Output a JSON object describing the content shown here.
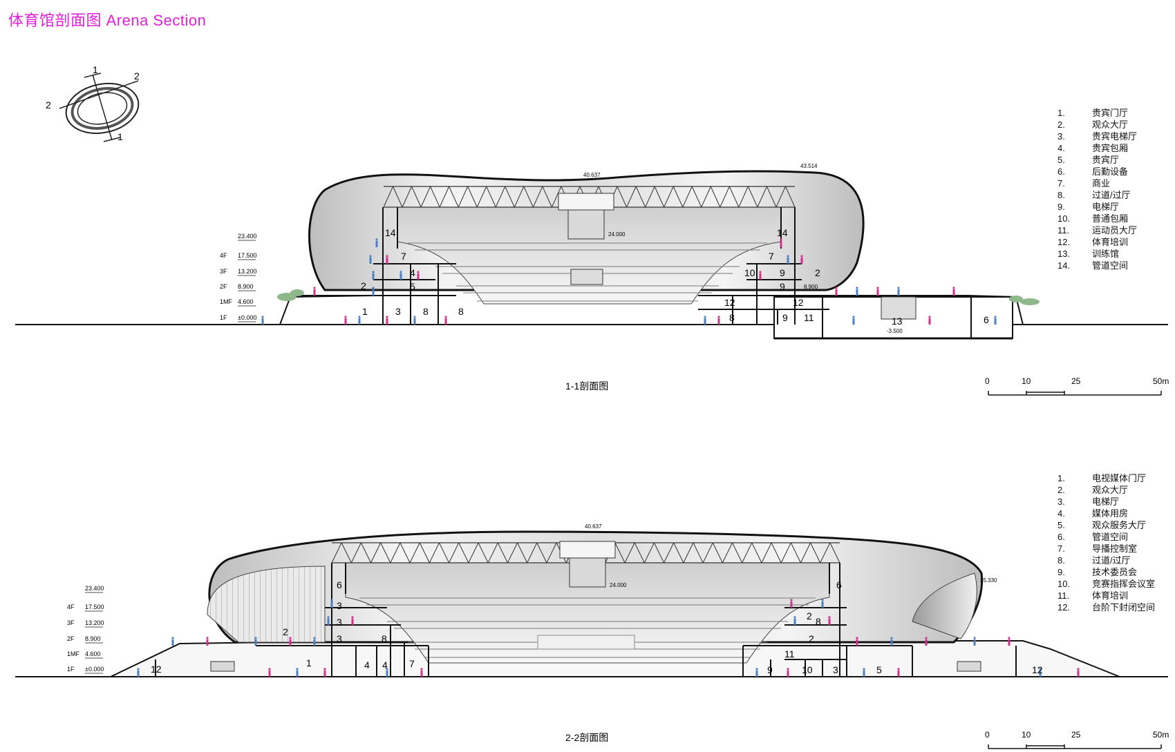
{
  "title": "体育馆剖面图 Arena Section",
  "key_plan": {
    "labels": [
      "1",
      "2",
      "2",
      "1"
    ]
  },
  "section1": {
    "caption": "1-1剖面图",
    "roof_level_1": "40.637",
    "roof_level_2": "43.514",
    "inner_level": "24.000",
    "basement_level": "-3.500",
    "right_level": "8.900",
    "levels": [
      {
        "name": "",
        "value": "23.400"
      },
      {
        "name": "4F",
        "value": "17.500"
      },
      {
        "name": "3F",
        "value": "13.200"
      },
      {
        "name": "2F",
        "value": "8.900"
      },
      {
        "name": "1MF",
        "value": "4.600"
      },
      {
        "name": "1F",
        "value": "±0.000"
      }
    ],
    "room_labels": [
      "14",
      "14",
      "7",
      "7",
      "4",
      "9",
      "10",
      "2",
      "2",
      "5",
      "9",
      "1",
      "3",
      "8",
      "8",
      "12",
      "12",
      "13",
      "8",
      "9",
      "11",
      "6"
    ],
    "legend": [
      {
        "num": "1.",
        "text": "贵宾门厅"
      },
      {
        "num": "2.",
        "text": "观众大厅"
      },
      {
        "num": "3.",
        "text": "贵宾电梯厅"
      },
      {
        "num": "4.",
        "text": "贵宾包厢"
      },
      {
        "num": "5.",
        "text": "贵宾厅"
      },
      {
        "num": "6.",
        "text": "后勤设备"
      },
      {
        "num": "7.",
        "text": "商业"
      },
      {
        "num": "8.",
        "text": "过道/过厅"
      },
      {
        "num": "9.",
        "text": "电梯厅"
      },
      {
        "num": "10.",
        "text": "普通包厢"
      },
      {
        "num": "11.",
        "text": "运动员大厅"
      },
      {
        "num": "12.",
        "text": "体育培训"
      },
      {
        "num": "13.",
        "text": "训练馆"
      },
      {
        "num": "14.",
        "text": "管道空间"
      }
    ]
  },
  "section2": {
    "caption": "2-2剖面图",
    "roof_level_1": "40.637",
    "inner_level": "24.000",
    "right_level": "25.330",
    "levels": [
      {
        "name": "",
        "value": "23.400"
      },
      {
        "name": "4F",
        "value": "17.500"
      },
      {
        "name": "3F",
        "value": "13.200"
      },
      {
        "name": "2F",
        "value": "8.900"
      },
      {
        "name": "1MF",
        "value": "4.600"
      },
      {
        "name": "1F",
        "value": "±0.000"
      }
    ],
    "room_labels": [
      "6",
      "6",
      "3",
      "3",
      "3",
      "8",
      "2",
      "2",
      "8",
      "2",
      "11",
      "12",
      "1",
      "4",
      "4",
      "7",
      "9",
      "10",
      "3",
      "5",
      "12"
    ],
    "legend": [
      {
        "num": "1.",
        "text": "电视媒体门厅"
      },
      {
        "num": "2.",
        "text": "观众大厅"
      },
      {
        "num": "3.",
        "text": "电梯厅"
      },
      {
        "num": "4.",
        "text": "媒体用房"
      },
      {
        "num": "5.",
        "text": "观众服务大厅"
      },
      {
        "num": "6.",
        "text": "管道空间"
      },
      {
        "num": "7.",
        "text": "导播控制室"
      },
      {
        "num": "8.",
        "text": "过道/过厅"
      },
      {
        "num": "9.",
        "text": "技术委员会"
      },
      {
        "num": "10.",
        "text": "竞赛指挥会议室"
      },
      {
        "num": "11.",
        "text": "体育培训"
      },
      {
        "num": "12.",
        "text": "台阶下封闭空间"
      }
    ]
  },
  "scale_bar": {
    "ticks": [
      "0",
      "10",
      "25",
      "50m"
    ]
  },
  "colors": {
    "title": "#e020d8",
    "people_blue": "#4a7fc1",
    "people_pink": "#d0308a",
    "tree": "#8fb88a"
  }
}
